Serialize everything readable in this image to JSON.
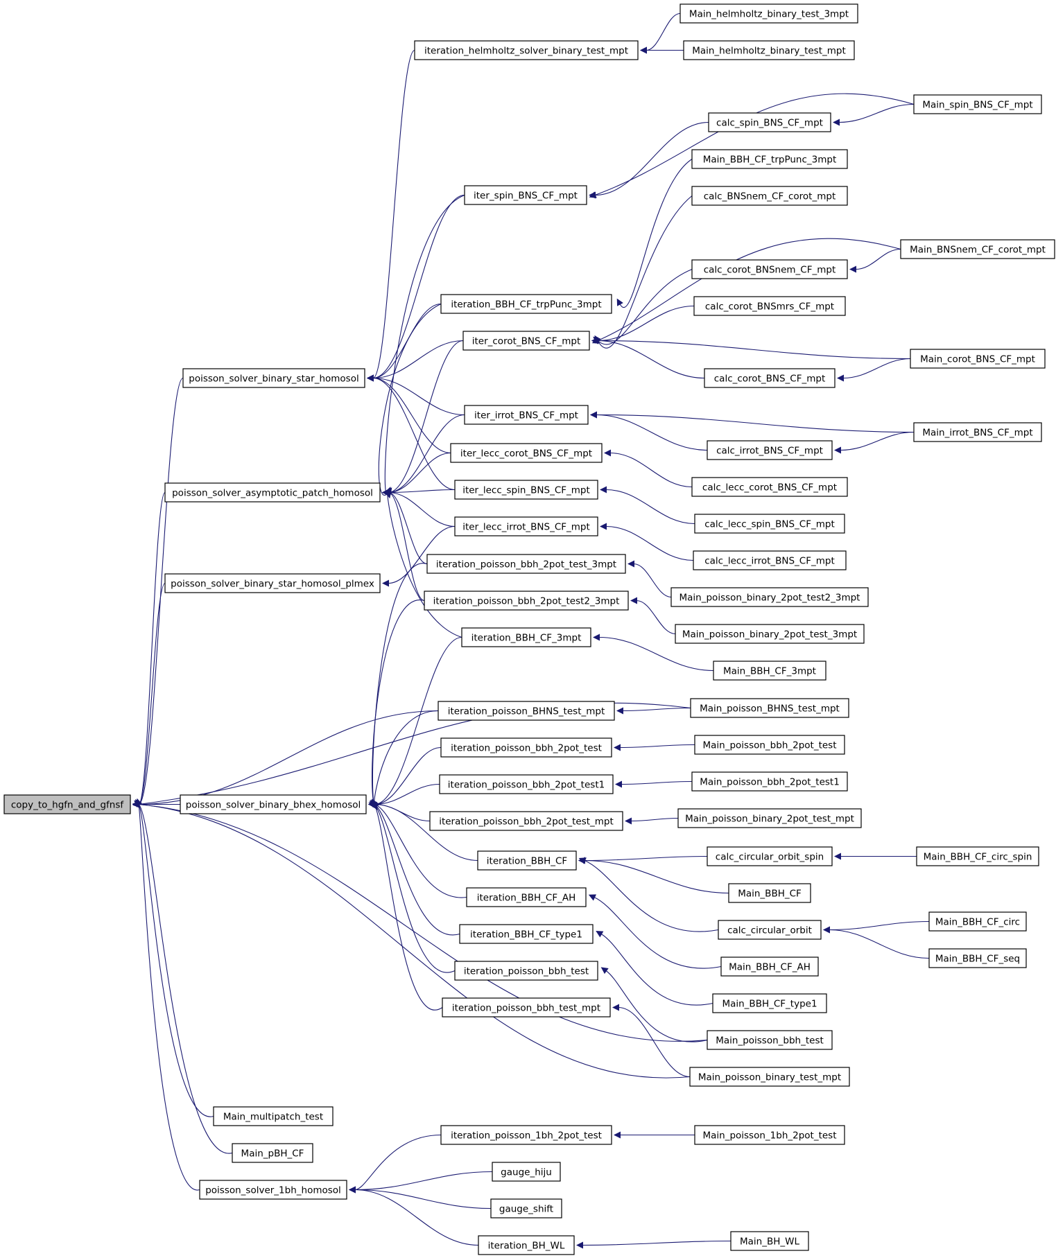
{
  "diagram": {
    "type": "call-graph",
    "colors": {
      "edge": "#191970",
      "arrowhead": "#191970",
      "root_fill": "#bfbfbf",
      "node_fill": "#ffffff",
      "node_border": "#000000"
    },
    "nodes": [
      {
        "id": "n0",
        "label": "copy_to_hgfn_and_gfnsf",
        "root": true
      },
      {
        "id": "n1",
        "label": "poisson_solver_binary_star_homosol"
      },
      {
        "id": "n2",
        "label": "poisson_solver_asymptotic_patch_homosol"
      },
      {
        "id": "n3",
        "label": "poisson_solver_binary_star_homosol_plmex"
      },
      {
        "id": "n4",
        "label": "poisson_solver_binary_bhex_homosol"
      },
      {
        "id": "n5",
        "label": "Main_multipatch_test"
      },
      {
        "id": "n6",
        "label": "Main_pBH_CF"
      },
      {
        "id": "n7",
        "label": "poisson_solver_1bh_homosol"
      },
      {
        "id": "n8",
        "label": "iteration_helmholtz_solver_binary_test_mpt"
      },
      {
        "id": "n9",
        "label": "iter_spin_BNS_CF_mpt"
      },
      {
        "id": "n10",
        "label": "iteration_BBH_CF_trpPunc_3mpt"
      },
      {
        "id": "n11",
        "label": "iter_corot_BNS_CF_mpt"
      },
      {
        "id": "n12",
        "label": "iter_irrot_BNS_CF_mpt"
      },
      {
        "id": "n13",
        "label": "iter_lecc_corot_BNS_CF_mpt"
      },
      {
        "id": "n14",
        "label": "iter_lecc_spin_BNS_CF_mpt"
      },
      {
        "id": "n15",
        "label": "iter_lecc_irrot_BNS_CF_mpt"
      },
      {
        "id": "n16",
        "label": "iteration_poisson_bbh_2pot_test_3mpt"
      },
      {
        "id": "n17",
        "label": "iteration_poisson_bbh_2pot_test2_3mpt"
      },
      {
        "id": "n18",
        "label": "iteration_BBH_CF_3mpt"
      },
      {
        "id": "n19",
        "label": "iteration_poisson_BHNS_test_mpt"
      },
      {
        "id": "n20",
        "label": "iteration_poisson_bbh_2pot_test"
      },
      {
        "id": "n21",
        "label": "iteration_poisson_bbh_2pot_test1"
      },
      {
        "id": "n22",
        "label": "iteration_poisson_bbh_2pot_test_mpt"
      },
      {
        "id": "n23",
        "label": "iteration_BBH_CF"
      },
      {
        "id": "n24",
        "label": "iteration_BBH_CF_AH"
      },
      {
        "id": "n25",
        "label": "iteration_BBH_CF_type1"
      },
      {
        "id": "n26",
        "label": "iteration_poisson_bbh_test"
      },
      {
        "id": "n27",
        "label": "iteration_poisson_bbh_test_mpt"
      },
      {
        "id": "n28",
        "label": "iteration_poisson_1bh_2pot_test"
      },
      {
        "id": "n29",
        "label": "gauge_hiju"
      },
      {
        "id": "n30",
        "label": "gauge_shift"
      },
      {
        "id": "n31",
        "label": "iteration_BH_WL"
      },
      {
        "id": "n32",
        "label": "Main_helmholtz_binary_test_3mpt"
      },
      {
        "id": "n33",
        "label": "Main_helmholtz_binary_test_mpt"
      },
      {
        "id": "n34",
        "label": "calc_spin_BNS_CF_mpt"
      },
      {
        "id": "n35",
        "label": "Main_BBH_CF_trpPunc_3mpt"
      },
      {
        "id": "n36",
        "label": "calc_BNSnem_CF_corot_mpt"
      },
      {
        "id": "n37",
        "label": "calc_corot_BNSnem_CF_mpt"
      },
      {
        "id": "n38",
        "label": "calc_corot_BNSmrs_CF_mpt"
      },
      {
        "id": "n39",
        "label": "calc_corot_BNS_CF_mpt"
      },
      {
        "id": "n40",
        "label": "calc_irrot_BNS_CF_mpt"
      },
      {
        "id": "n41",
        "label": "calc_lecc_corot_BNS_CF_mpt"
      },
      {
        "id": "n42",
        "label": "calc_lecc_spin_BNS_CF_mpt"
      },
      {
        "id": "n43",
        "label": "calc_lecc_irrot_BNS_CF_mpt"
      },
      {
        "id": "n44",
        "label": "Main_poisson_binary_2pot_test2_3mpt"
      },
      {
        "id": "n45",
        "label": "Main_poisson_binary_2pot_test_3mpt"
      },
      {
        "id": "n46",
        "label": "Main_BBH_CF_3mpt"
      },
      {
        "id": "n47",
        "label": "Main_poisson_BHNS_test_mpt"
      },
      {
        "id": "n48",
        "label": "Main_poisson_bbh_2pot_test"
      },
      {
        "id": "n49",
        "label": "Main_poisson_bbh_2pot_test1"
      },
      {
        "id": "n50",
        "label": "Main_poisson_binary_2pot_test_mpt"
      },
      {
        "id": "n51",
        "label": "calc_circular_orbit_spin"
      },
      {
        "id": "n52",
        "label": "Main_BBH_CF"
      },
      {
        "id": "n53",
        "label": "calc_circular_orbit"
      },
      {
        "id": "n54",
        "label": "Main_BBH_CF_AH"
      },
      {
        "id": "n55",
        "label": "Main_BBH_CF_type1"
      },
      {
        "id": "n56",
        "label": "Main_poisson_bbh_test"
      },
      {
        "id": "n57",
        "label": "Main_poisson_binary_test_mpt"
      },
      {
        "id": "n58",
        "label": "Main_poisson_1bh_2pot_test"
      },
      {
        "id": "n59",
        "label": "Main_BH_WL"
      },
      {
        "id": "n60",
        "label": "Main_spin_BNS_CF_mpt"
      },
      {
        "id": "n61",
        "label": "Main_BNSnem_CF_corot_mpt"
      },
      {
        "id": "n62",
        "label": "Main_corot_BNS_CF_mpt"
      },
      {
        "id": "n63",
        "label": "Main_irrot_BNS_CF_mpt"
      },
      {
        "id": "n64",
        "label": "Main_BBH_CF_circ_spin"
      },
      {
        "id": "n65",
        "label": "Main_BBH_CF_circ"
      },
      {
        "id": "n66",
        "label": "Main_BBH_CF_seq"
      }
    ]
  }
}
